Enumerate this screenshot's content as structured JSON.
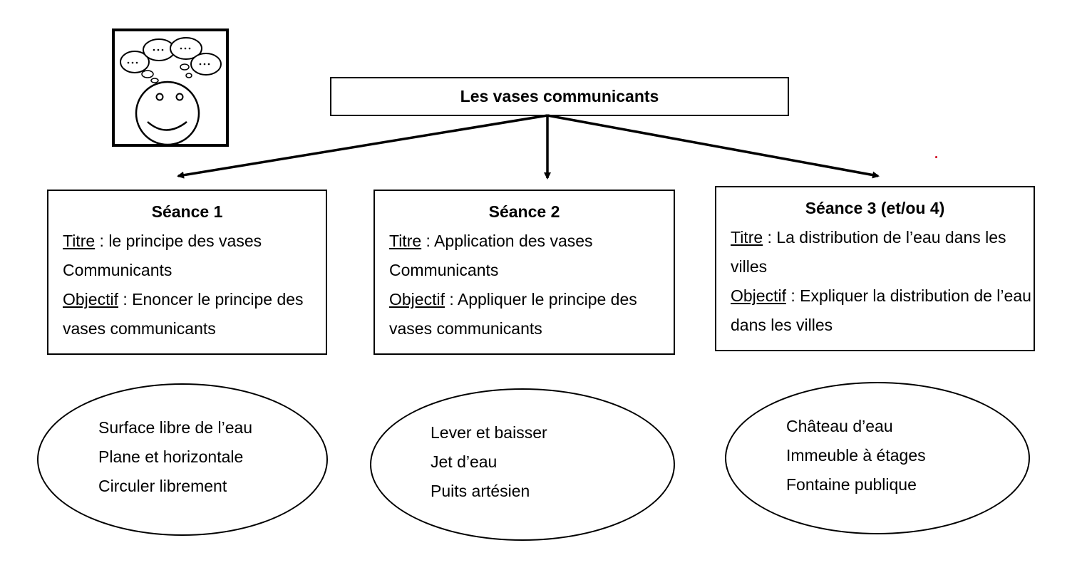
{
  "diagram": {
    "title": "Les vases communicants",
    "colors": {
      "line": "#000000",
      "background": "#ffffff",
      "dot": "#d0021b"
    },
    "icon": "thinking-smiley-icon",
    "seances": [
      {
        "heading": "Séance 1",
        "titre_label": "Titre",
        "titre_text": " : le principe des vases Communicants",
        "objectif_label": "Objectif",
        "objectif_text": " : Enoncer le principe des vases communicants",
        "keywords": [
          "Surface libre de l’eau",
          "Plane et horizontale",
          "Circuler librement"
        ]
      },
      {
        "heading": "Séance 2",
        "titre_label": "Titre",
        "titre_text": " : Application des vases Communicants",
        "objectif_label": "Objectif",
        "objectif_text": " : Appliquer le principe des vases communicants",
        "keywords": [
          "Lever et baisser",
          "Jet d’eau",
          "Puits artésien"
        ]
      },
      {
        "heading": "Séance 3 (et/ou 4)",
        "titre_label": "Titre",
        "titre_text": " : La distribution de l’eau dans les villes",
        "objectif_label": "Objectif",
        "objectif_text": " : Expliquer la distribution de l’eau dans les villes",
        "keywords": [
          "Château d’eau",
          "Immeuble à étages",
          "Fontaine publique"
        ]
      }
    ]
  }
}
